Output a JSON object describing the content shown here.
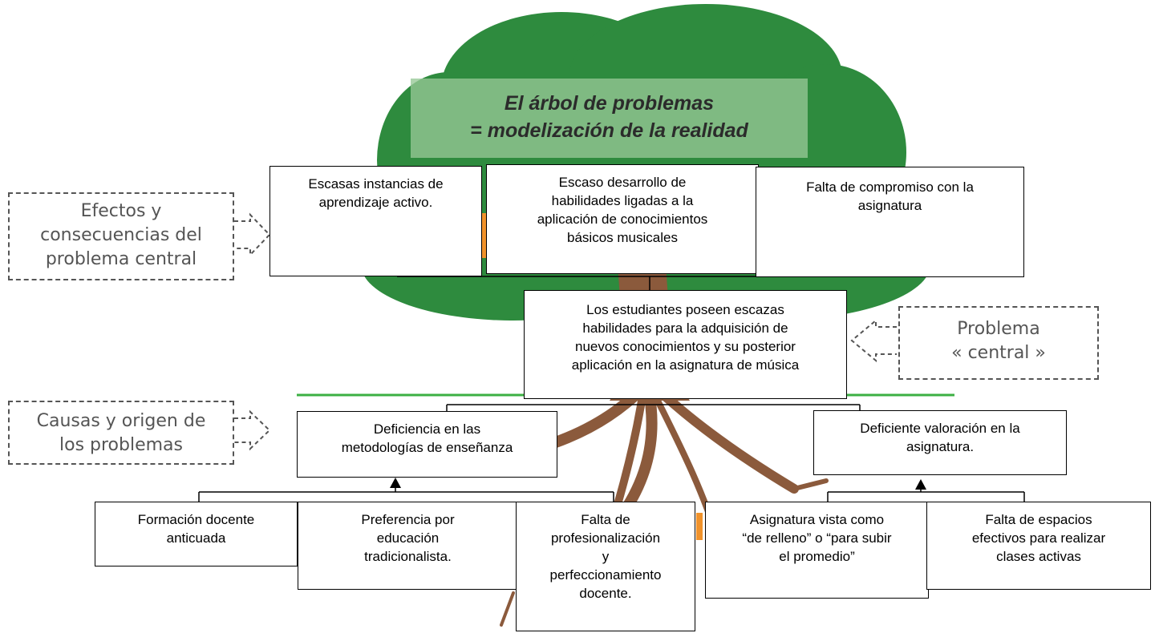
{
  "title": {
    "line1": "El árbol de problemas",
    "line2": "= modelización de la realidad"
  },
  "side_labels": {
    "effects": [
      "Efectos y",
      "consecuencias del",
      "problema central"
    ],
    "problem": [
      "Problema",
      "« central »"
    ],
    "causes": [
      "Causas y origen de",
      "los problemas"
    ]
  },
  "effects": [
    [
      "Escasas instancias de",
      "aprendizaje activo."
    ],
    [
      "Escaso desarrollo de",
      "habilidades ligadas a la",
      "aplicación de conocimientos",
      "básicos musicales"
    ],
    [
      "Falta de compromiso con la",
      "asignatura"
    ]
  ],
  "central_problem": [
    "Los estudiantes poseen escazas",
    "habilidades para la adquisición de",
    "nuevos conocimientos y su posterior",
    "aplicación en la asignatura de música"
  ],
  "main_causes": [
    [
      "Deficiencia en las",
      "metodologías de enseñanza"
    ],
    [
      "Deficiente valoración en la",
      "asignatura."
    ]
  ],
  "sub_causes": [
    [
      "Formación docente",
      "anticuada"
    ],
    [
      "Preferencia por",
      "educación",
      "tradicionalista."
    ],
    [
      "Falta de",
      "profesionalización",
      "y",
      "perfeccionamiento",
      "docente."
    ],
    [
      "Asignatura vista como",
      "“de relleno” o “para subir",
      "el promedio”"
    ],
    [
      "Falta de espacios",
      "efectivos para realizar",
      "clases activas"
    ]
  ],
  "colors": {
    "foliage": "#2e8b3e",
    "foliage_light": "#3a9a48",
    "trunk": "#8b5a3c",
    "ground_line": "#3cb043",
    "orange_accent": "#f0922b"
  }
}
